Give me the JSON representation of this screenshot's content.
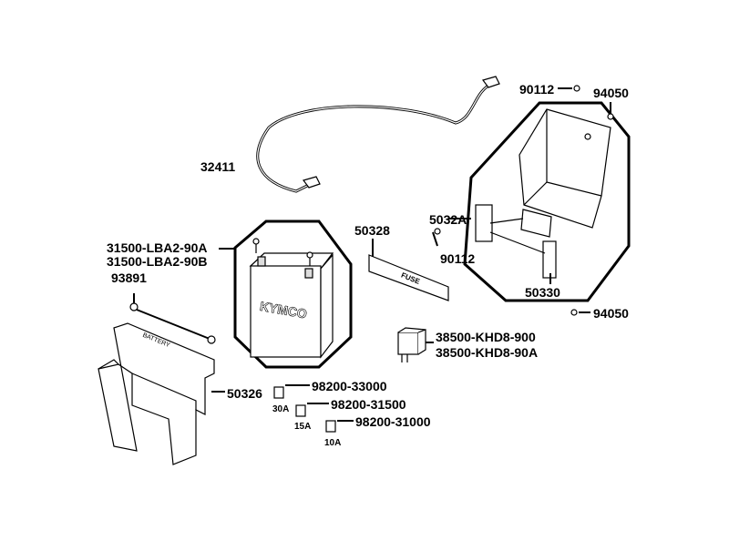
{
  "labels": {
    "p90112_top": "90112",
    "p94050_top": "94050",
    "p32411": "32411",
    "p5032A": "5032A",
    "p50328": "50328",
    "p31500_a": "31500-LBA2-90A",
    "p31500_b": "31500-LBA2-90B",
    "p90112_mid": "90112",
    "p93891": "93891",
    "p50330": "50330",
    "p94050_bot": "94050",
    "p38500_a": "38500-KHD8-900",
    "p38500_b": "38500-KHD8-90A",
    "p50326": "50326",
    "p98200_33000": "98200-33000",
    "a30": "30A",
    "p98200_31500": "98200-31500",
    "a15": "15A",
    "p98200_31000": "98200-31000",
    "a10": "10A"
  },
  "part_markings": {
    "battery_brand": "KYMCO",
    "fuse_box": "FUSE",
    "cover": "BATTERY"
  }
}
